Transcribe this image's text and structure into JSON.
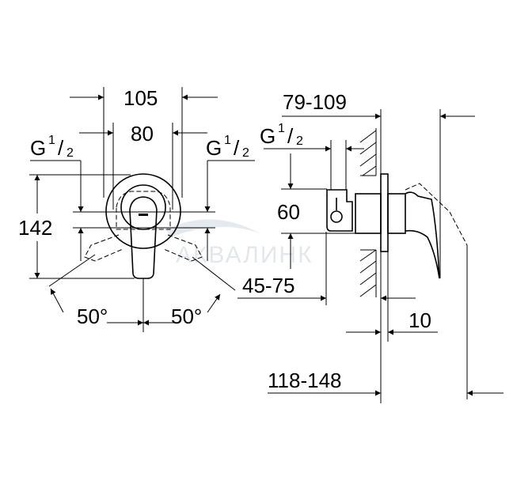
{
  "front_view": {
    "width_outer": "105",
    "width_inner": "80",
    "thread_left": {
      "base": "G",
      "num": "1",
      "den": "2"
    },
    "thread_right": {
      "base": "G",
      "num": "1",
      "den": "2"
    },
    "height": "142",
    "angle_left": "50°",
    "angle_right": "50°"
  },
  "side_view": {
    "wall_depth": "79-109",
    "thread": {
      "base": "G",
      "num": "1",
      "den": "2"
    },
    "inlet_spacing": "60",
    "install_depth": "45-75",
    "plate_thickness": "10",
    "total_projection": "118-148"
  },
  "watermark": "АКВАЛИНК"
}
